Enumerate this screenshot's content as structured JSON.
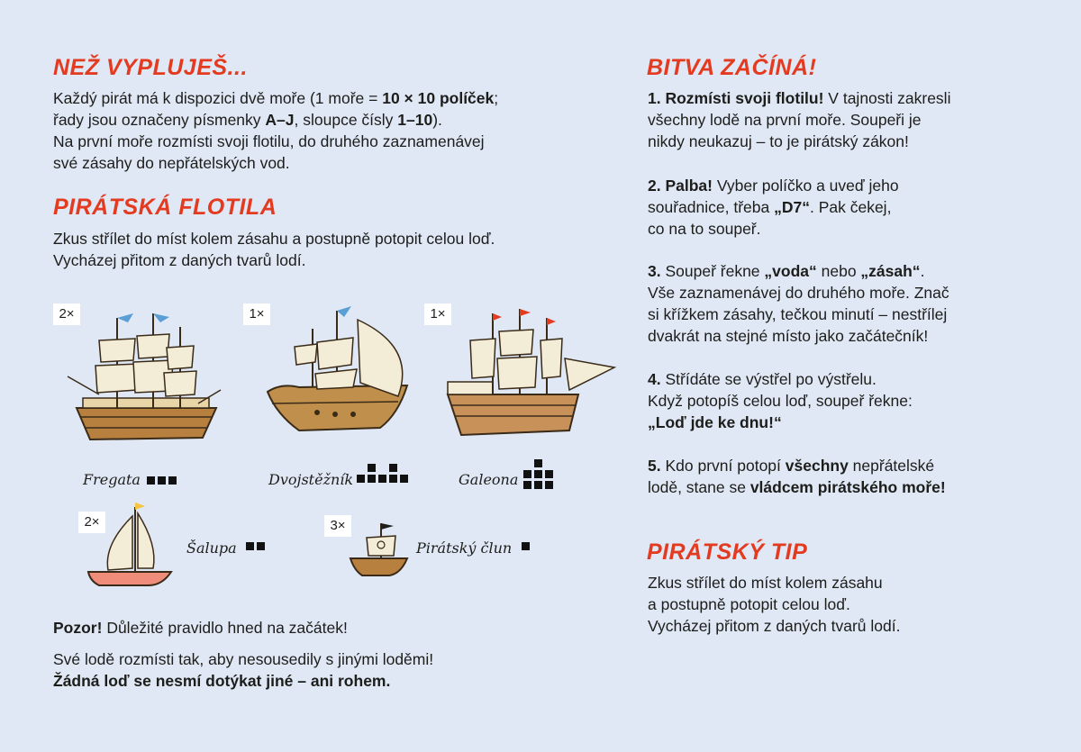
{
  "left": {
    "heading1": "NEŽ VYPLUJEŠ...",
    "intro": {
      "l1a": "Každý pirát má k dispozici dvě moře (1 moře = ",
      "l1b": "10 × 10 políček",
      "l1c": ";",
      "l2a": "řady jsou označeny písmenky ",
      "l2b": "A–J",
      "l2c": ", sloupce čísly ",
      "l2d": "1–10",
      "l2e": ").",
      "l3": "Na první moře rozmísti svoji flotilu, do druhého zaznamenávej",
      "l4": "své zásahy do nepřátelských vod."
    },
    "heading2": "PIRÁTSKÁ FLOTILA",
    "fleet_text": {
      "l1": "Zkus střílet do míst kolem zásahu a postupně potopit celou loď.",
      "l2": "Vycházej přitom z daných tvarů lodí."
    },
    "ships": [
      {
        "count": "2×",
        "name": "Fregata"
      },
      {
        "count": "1×",
        "name": "Dvojstěžník"
      },
      {
        "count": "1×",
        "name": "Galeona"
      },
      {
        "count": "2×",
        "name": "Šalupa"
      },
      {
        "count": "3×",
        "name": "Pirátský člun"
      }
    ],
    "warning": {
      "bold": "Pozor!",
      "rest": " Důležité pravidlo hned na začátek!",
      "l2": "Své lodě rozmísti tak, aby nesousedily s jinými loděmi!",
      "l3": "Žádná loď se nesmí dotýkat jiné – ani rohem."
    }
  },
  "right": {
    "heading1": "BITVA ZAČÍNÁ!",
    "step1": {
      "bold": "1. Rozmísti svoji flotilu!",
      "a": " V tajnosti zakresli",
      "l2": "všechny lodě na první moře. Soupeři je",
      "l3": "nikdy neukazuj – to je pirátský zákon!"
    },
    "step2": {
      "bold": "2. Palba!",
      "a": " Vyber políčko a uveď jeho",
      "l2a": "souřadnice, třeba ",
      "l2b": "„D7“",
      "l2c": ". Pak čekej,",
      "l3": "co na to soupeř."
    },
    "step3": {
      "num": "3.",
      "a": " Soupeř řekne ",
      "b": "„voda“",
      "c": " nebo ",
      "d": "„zásah“",
      "e": ".",
      "l2": "Vše zaznamenávej do druhého moře. Znač",
      "l3": "si křížkem zásahy, tečkou minutí – nestřílej",
      "l4": "dvakrát na stejné místo jako začátečník!"
    },
    "step4": {
      "num": "4.",
      "a": " Střídáte se výstřel po výstřelu.",
      "l2": "Když potopíš celou loď, soupeř řekne:",
      "l3": "„Loď jde ke dnu!“"
    },
    "step5": {
      "num": "5.",
      "a": " Kdo první potopí ",
      "b": "všechny",
      "c": " nepřátelské",
      "l2a": "lodě, stane se ",
      "l2b": "vládcem pirátského moře!"
    },
    "heading2": "PIRÁTSKÝ TIP",
    "tip": {
      "l1": "Zkus střílet do míst kolem zásahu",
      "l2": "a postupně potopit celou loď.",
      "l3": "Vycházej přitom z daných tvarů lodí."
    }
  },
  "colors": {
    "background": "#dfe8f4",
    "heading": "#e33a20",
    "text": "#1d1d1b"
  }
}
